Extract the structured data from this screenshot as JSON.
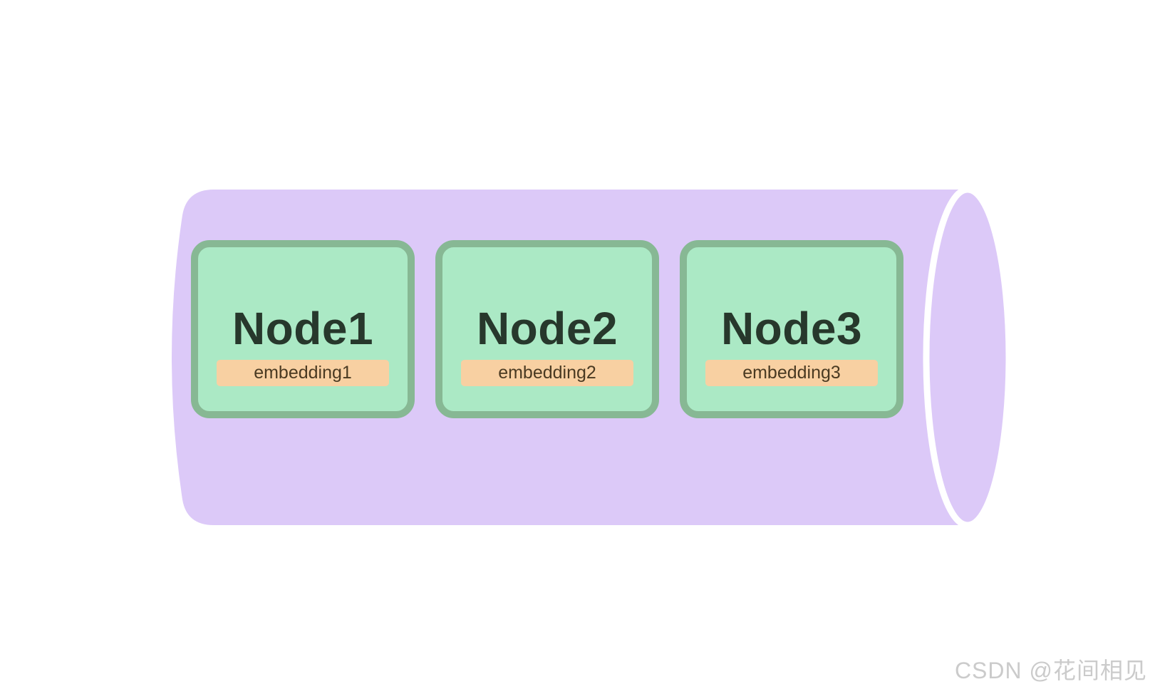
{
  "diagram": {
    "type": "vector-database-cylinder",
    "nodes": [
      {
        "label": "Node1",
        "embedding_label": "embedding1"
      },
      {
        "label": "Node2",
        "embedding_label": "embedding2"
      },
      {
        "label": "Node3",
        "embedding_label": "embedding3"
      }
    ],
    "colors": {
      "cylinder_fill": "#dcc9f8",
      "node_fill": "#abe9c5",
      "node_border": "#87b894",
      "node_text": "#27382c",
      "embedding_fill": "#f8d0a2",
      "embedding_text": "#4a3a22",
      "watermark_color": "#cbcbcb",
      "page_bg": "#ffffff"
    }
  },
  "watermark": {
    "text": "CSDN @花间相见"
  }
}
